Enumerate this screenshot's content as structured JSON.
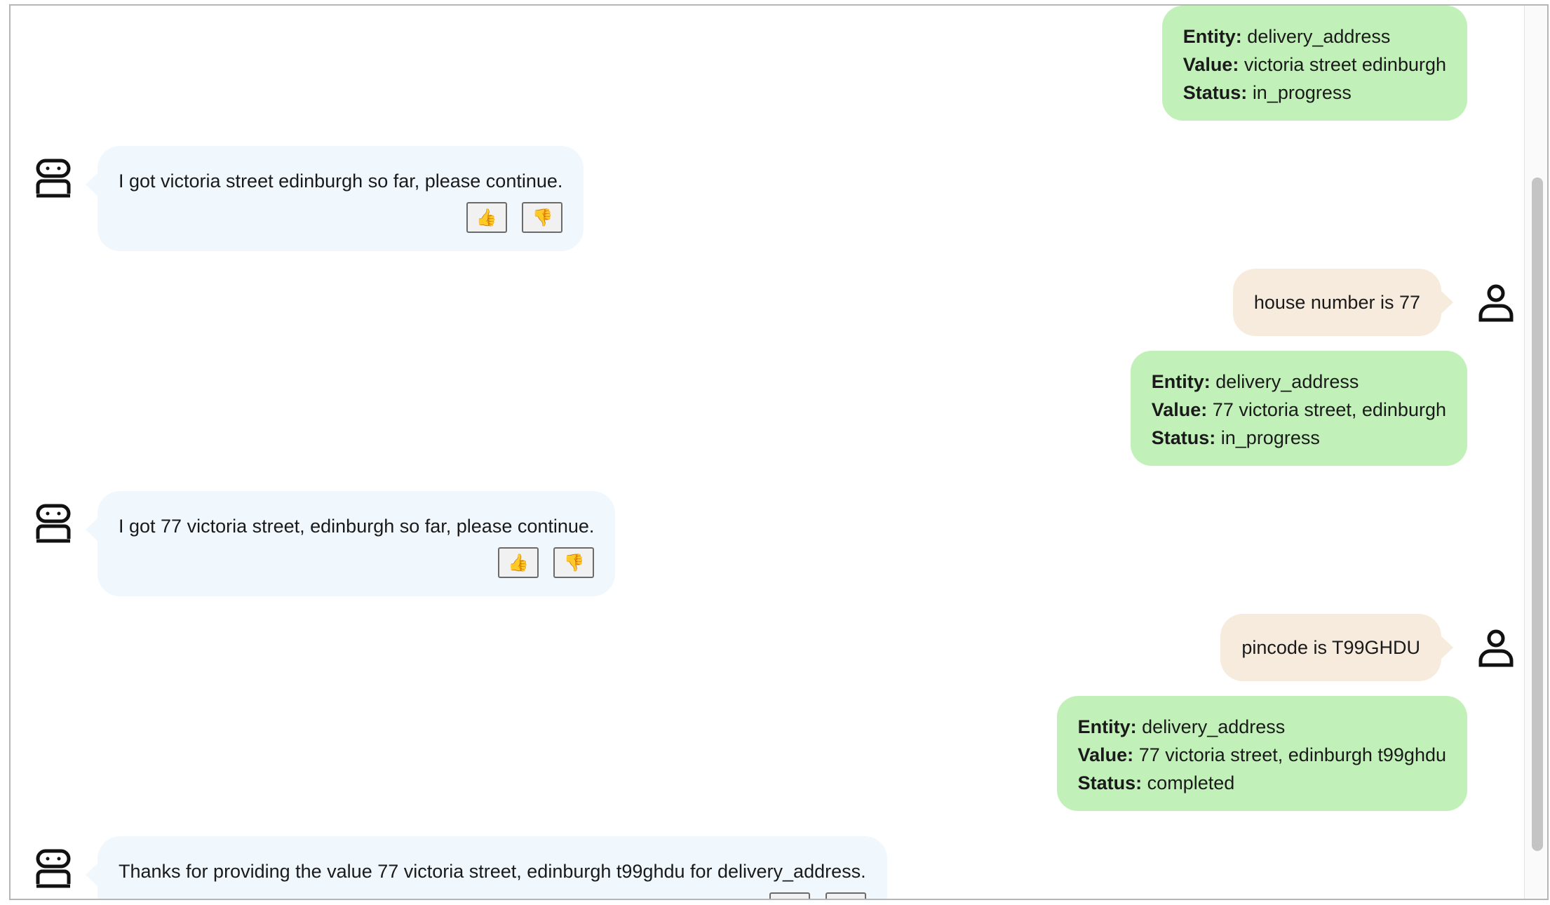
{
  "labels": {
    "entity": "Entity:",
    "value": "Value:",
    "status": "Status:"
  },
  "feedback": {
    "up": "👍",
    "down": "👎"
  },
  "icons": {
    "bot": "robot-icon",
    "user": "user-icon"
  },
  "messages": [
    {
      "kind": "entity",
      "entity": "delivery_address",
      "value": "victoria street edinburgh",
      "status": "in_progress"
    },
    {
      "kind": "bot",
      "text": "I got victoria street edinburgh so far, please continue."
    },
    {
      "kind": "user",
      "text": "house number is 77"
    },
    {
      "kind": "entity",
      "entity": "delivery_address",
      "value": "77 victoria street, edinburgh",
      "status": "in_progress"
    },
    {
      "kind": "bot",
      "text": "I got 77 victoria street, edinburgh so far, please continue."
    },
    {
      "kind": "user",
      "text": "pincode is T99GHDU"
    },
    {
      "kind": "entity",
      "entity": "delivery_address",
      "value": "77 victoria street, edinburgh t99ghdu",
      "status": "completed"
    },
    {
      "kind": "bot",
      "text": "Thanks for providing the value 77 victoria street, edinburgh t99ghdu for delivery_address."
    }
  ]
}
